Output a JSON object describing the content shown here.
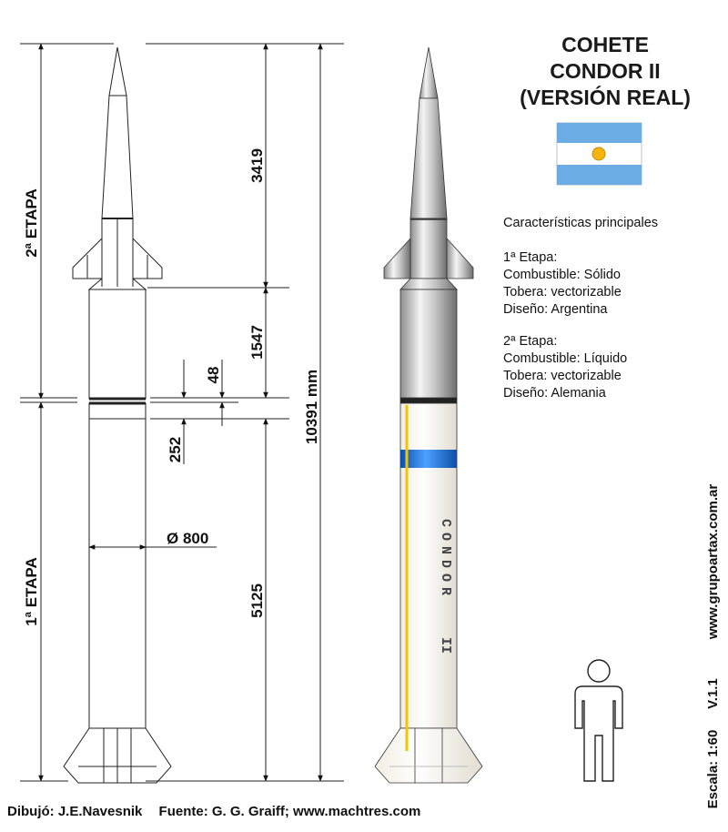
{
  "title": {
    "line1": "COHETE",
    "line2": "CONDOR II",
    "line3": "(VERSIÓN REAL)"
  },
  "specs": {
    "heading": "Características principales",
    "stage1": {
      "name": "1ª Etapa:",
      "fuel": "Combustible: Sólido",
      "nozzle": "Tobera: vectorizable",
      "design": "Diseño: Argentina"
    },
    "stage2": {
      "name": "2ª Etapa:",
      "fuel": "Combustible: Líquido",
      "nozzle": "Tobera: vectorizable",
      "design": "Diseño: Alemania"
    }
  },
  "dimensions": {
    "upper": "3419",
    "middle": "1547",
    "gap": "48",
    "interstage": "252",
    "lower": "5125",
    "total": "10391 mm",
    "diameter": "Ø 800"
  },
  "stage_labels": {
    "second": "2ª ETAPA",
    "first": "1ª ETAPA"
  },
  "body_text": {
    "name": "CONDOR",
    "number": "II"
  },
  "side_text": {
    "scale": "Escala: 1:60",
    "version": "V.1.1",
    "website": "www.grupoartax.com.ar"
  },
  "credits": {
    "drawing": "Dibujó: J.E.Navesnik",
    "source": "Fuente: G. G. Graiff; www.machtres.com"
  },
  "colors": {
    "flag_blue": "#6cace4",
    "sun": "#f6b40e",
    "stripe_blue": "#1f6fd0",
    "rod": "#f5c400"
  }
}
